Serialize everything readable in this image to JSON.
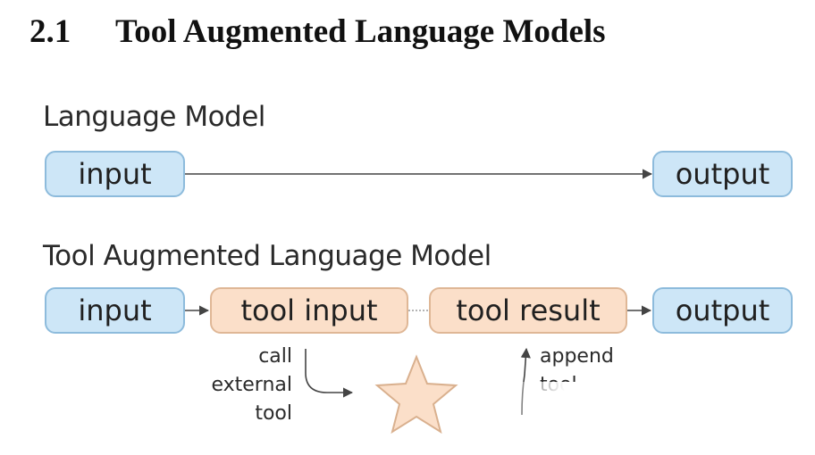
{
  "heading": {
    "number": "2.1",
    "title": "Tool Augmented Language Models"
  },
  "language_model": {
    "label": "Language Model",
    "input": "input",
    "output": "output"
  },
  "tool_model": {
    "label": "Tool Augmented Language Model",
    "input": "input",
    "tool_input": "tool input",
    "tool_result": "tool result",
    "output": "output",
    "call_note": [
      "call",
      "external",
      "tool"
    ],
    "append_note": [
      "append",
      "tool"
    ]
  },
  "colors": {
    "io_fill": "#cde6f7",
    "io_border": "#8dbbdc",
    "tool_fill": "#fbdfc9",
    "tool_border": "#dfb796",
    "star_fill": "#fbdfc9"
  },
  "icons": {
    "external_tool": "star-icon"
  }
}
